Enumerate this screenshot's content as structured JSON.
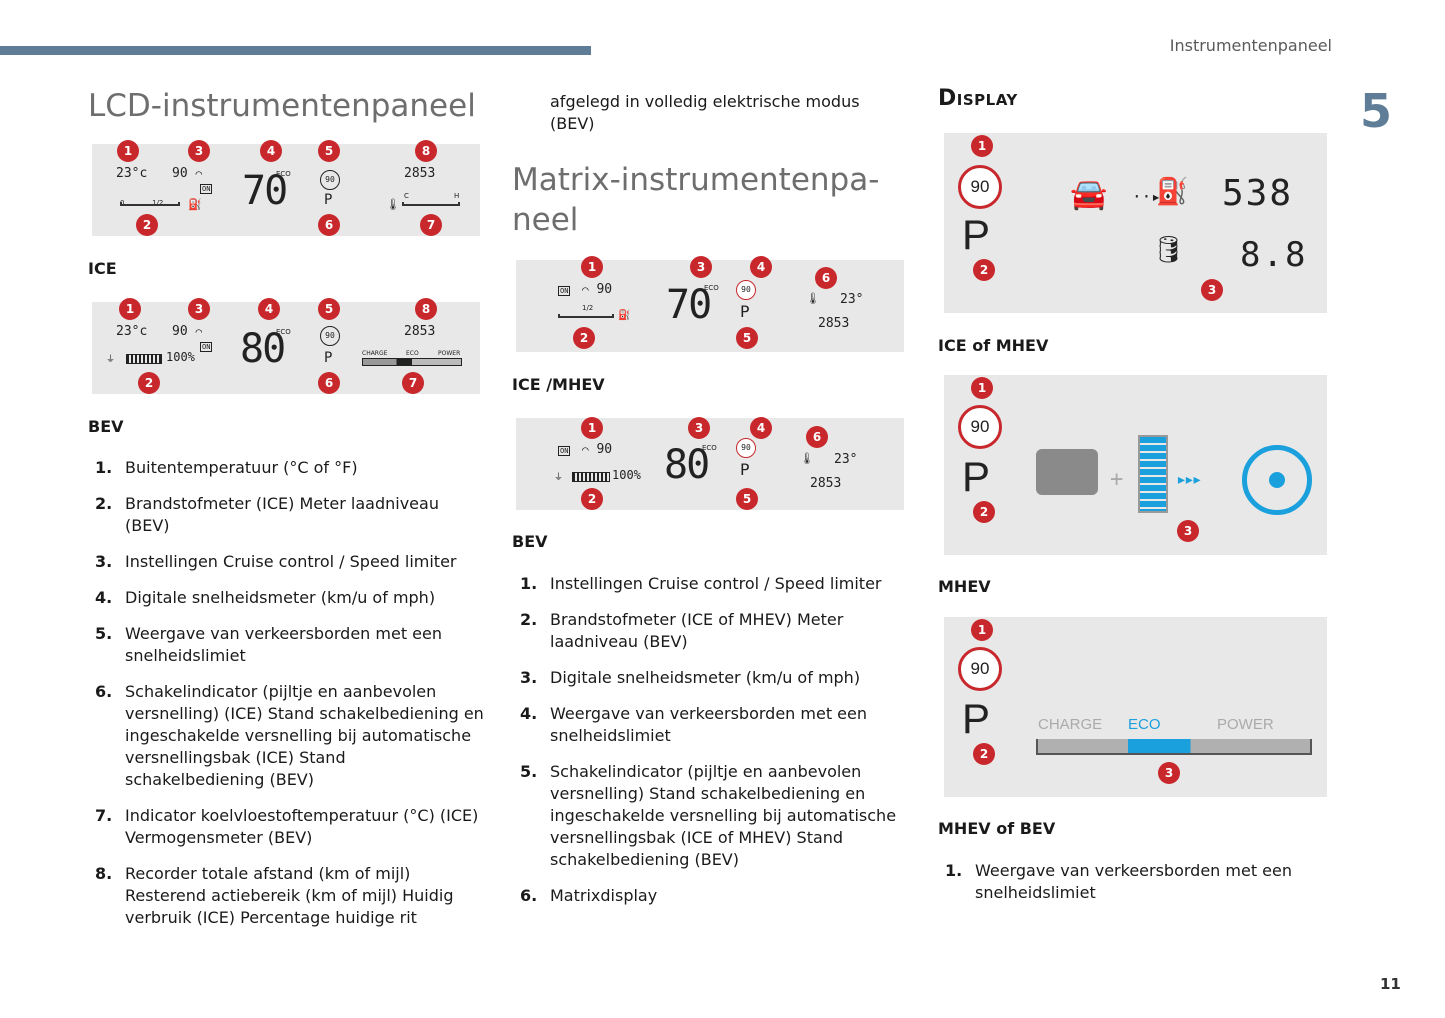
{
  "header": {
    "title": "Instrumentenpaneel",
    "chapter": "5",
    "page_number": "11"
  },
  "col1": {
    "heading": "LCD-instrumentenpaneel",
    "panel_ice": {
      "temp": "23°c",
      "speed_limit": "90",
      "on": "ON",
      "eco": "ECO",
      "speed": "70",
      "sign": "90",
      "gear": "P",
      "odo": "2853",
      "fuel_0": "0",
      "fuel_half": "1/2",
      "fuel_1": "1",
      "temp_c": "C",
      "temp_h": "H"
    },
    "caption_ice": "ICE",
    "panel_bev": {
      "temp": "23°c",
      "speed_limit": "90",
      "on": "ON",
      "eco": "ECO",
      "speed": "80",
      "sign": "90",
      "gear": "P",
      "odo": "2853",
      "charge_pct": "100%",
      "charge": "CHARGE",
      "eco_lbl": "ECO",
      "power": "POWER"
    },
    "caption_bev": "BEV",
    "items": [
      {
        "num": "1.",
        "text": "Buitentemperatuur (°C of °F)"
      },
      {
        "num": "2.",
        "text": "Brandstofmeter (ICE) Meter laadniveau (BEV)"
      },
      {
        "num": "3.",
        "text": "Instellingen Cruise control / Speed limiter"
      },
      {
        "num": "4.",
        "text": "Digitale snelheidsmeter (km/u of mph)"
      },
      {
        "num": "5.",
        "text": "Weergave van verkeersborden met een snelheidslimiet"
      },
      {
        "num": "6.",
        "text": "Schakelindicator (pijltje en aanbevolen versnelling) (ICE) Stand schakelbediening en ingeschakelde versnelling bij automatische versnellingsbak (ICE) Stand schakelbediening (BEV)"
      },
      {
        "num": "7.",
        "text": "Indicator koelvloestoftemperatuur (°C) (ICE) Vermogensmeter (BEV)"
      },
      {
        "num": "8.",
        "text": "Recorder totale afstand (km of mijl) Resterend actiebereik (km of mijl) Huidig verbruik (ICE) Percentage huidige rit"
      }
    ]
  },
  "col2": {
    "intro": "afgelegd in volledig elektrische modus (BEV)",
    "heading": "Matrix-instrumentenpa-neel",
    "panel_ice": {
      "on": "ON",
      "speed_limit": "90",
      "eco": "ECO",
      "speed": "70",
      "sign": "90",
      "gear": "P",
      "temp": "23°",
      "odo": "2853",
      "fuel_half": "1/2"
    },
    "caption_ice": "ICE /MHEV",
    "panel_bev": {
      "on": "ON",
      "speed_limit": "90",
      "eco": "ECO",
      "speed": "80",
      "sign": "90",
      "gear": "P",
      "temp": "23°",
      "odo": "2853",
      "charge_pct": "100%"
    },
    "caption_bev": "BEV",
    "items": [
      {
        "num": "1.",
        "text": "Instellingen Cruise control / Speed limiter"
      },
      {
        "num": "2.",
        "text": "Brandstofmeter (ICE of MHEV) Meter laadniveau (BEV)"
      },
      {
        "num": "3.",
        "text": "Digitale snelheidsmeter (km/u of mph)"
      },
      {
        "num": "4.",
        "text": "Weergave van verkeersborden met een snelheidslimiet"
      },
      {
        "num": "5.",
        "text": "Schakelindicator (pijltje en aanbevolen versnelling) Stand schakelbediening en ingeschakelde versnelling bij automatische versnellingsbak (ICE of MHEV) Stand schakelbediening (BEV)"
      },
      {
        "num": "6.",
        "text": "Matrixdisplay"
      }
    ]
  },
  "col3": {
    "heading": "Display",
    "panel1": {
      "sign": "90",
      "gear": "P",
      "range": "538",
      "consumption": "8.8"
    },
    "caption1": "ICE of MHEV",
    "panel2": {
      "sign": "90",
      "gear": "P"
    },
    "caption2": "MHEV",
    "panel3": {
      "sign": "90",
      "gear": "P",
      "charge": "CHARGE",
      "eco": "ECO",
      "power": "POWER"
    },
    "caption3": "MHEV of BEV",
    "items": [
      {
        "num": "1.",
        "text": "Weergave van verkeersborden met een snelheidslimiet"
      }
    ]
  },
  "badges": {
    "b1": "1",
    "b2": "2",
    "b3": "3",
    "b4": "4",
    "b5": "5",
    "b6": "6",
    "b7": "7",
    "b8": "8"
  },
  "colors": {
    "accent_bar": "#5f7d96",
    "badge_red": "#c8282c",
    "eco_blue": "#1aa0dc"
  }
}
